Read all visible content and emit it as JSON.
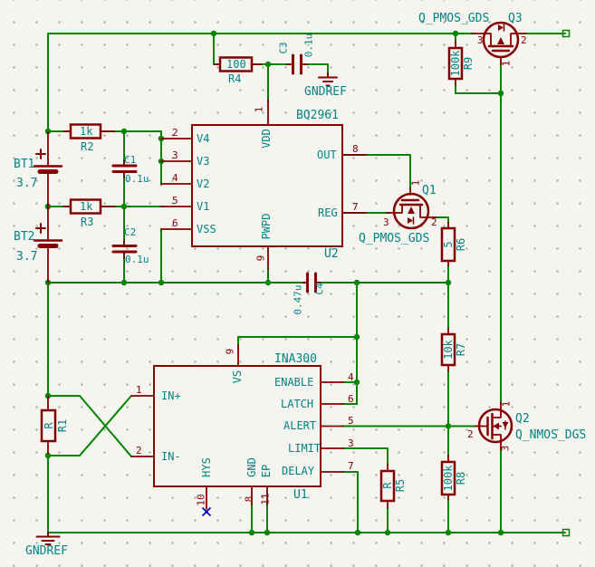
{
  "colors": {
    "wire": "#008400",
    "symbol": "#840000",
    "label": "#008484",
    "pin_number": "#840000",
    "no_connect": "#0000C4",
    "background": "#F5F4EF"
  },
  "nets": {
    "ground_top": "GNDREF",
    "ground_bottom": "GNDREF"
  },
  "ics": {
    "u2": {
      "ref": "U2",
      "value": "BQ2961",
      "left_pins": [
        {
          "num": "2",
          "name": "V4"
        },
        {
          "num": "3",
          "name": "V3"
        },
        {
          "num": "4",
          "name": "V2"
        },
        {
          "num": "5",
          "name": "V1"
        },
        {
          "num": "6",
          "name": "VSS"
        }
      ],
      "top_pin": {
        "num": "1",
        "name": "VDD"
      },
      "bottom_pin": {
        "num": "9",
        "name": "PWPD"
      },
      "right_pins": [
        {
          "num": "8",
          "name": "OUT"
        },
        {
          "num": "7",
          "name": "REG"
        }
      ]
    },
    "u1": {
      "ref": "U1",
      "value": "INA300",
      "left_pins": [
        {
          "num": "1",
          "name": "IN+"
        },
        {
          "num": "2",
          "name": "IN-"
        }
      ],
      "top_pin": {
        "num": "9",
        "name": "VS"
      },
      "right_pins": [
        {
          "num": "4",
          "name": "ENABLE"
        },
        {
          "num": "6",
          "name": "LATCH"
        },
        {
          "num": "5",
          "name": "ALERT"
        },
        {
          "num": "3",
          "name": "LIMIT"
        },
        {
          "num": "7",
          "name": "DELAY"
        }
      ],
      "bottom_pins": [
        {
          "num": "10",
          "name": "HYS"
        },
        {
          "num": "8",
          "name": "GND"
        },
        {
          "num": "11",
          "name": "EP"
        }
      ]
    }
  },
  "resistors": {
    "r1": {
      "ref": "R1",
      "value": "R"
    },
    "r2": {
      "ref": "R2",
      "value": "1k"
    },
    "r3": {
      "ref": "R3",
      "value": "1k"
    },
    "r4": {
      "ref": "R4",
      "value": "100"
    },
    "r5": {
      "ref": "R5",
      "value": "R"
    },
    "r6": {
      "ref": "R6",
      "value": "5"
    },
    "r7": {
      "ref": "R7",
      "value": "10k"
    },
    "r8": {
      "ref": "R8",
      "value": "100k"
    },
    "r9": {
      "ref": "R9",
      "value": "100k"
    }
  },
  "capacitors": {
    "c1": {
      "ref": "C1",
      "value": "0.1u"
    },
    "c2": {
      "ref": "C2",
      "value": "0.1u"
    },
    "c3": {
      "ref": "C3",
      "value": "0.1u"
    },
    "c4": {
      "ref": "C4",
      "value": "0.47u"
    }
  },
  "batteries": {
    "bt1": {
      "ref": "BT1",
      "value": "3.7"
    },
    "bt2": {
      "ref": "BT2",
      "value": "3.7"
    }
  },
  "transistors": {
    "q1": {
      "ref": "Q1",
      "value": "Q_PMOS_GDS",
      "pin1": "1",
      "pin2": "2",
      "pin3": "3"
    },
    "q2": {
      "ref": "Q2",
      "value": "Q_NMOS_DGS",
      "pin1": "1",
      "pin2": "2",
      "pin3": "3"
    },
    "q3": {
      "ref": "Q3",
      "value": "Q_PMOS_GDS",
      "pin1": "1",
      "pin2": "2",
      "pin3": "3"
    }
  }
}
